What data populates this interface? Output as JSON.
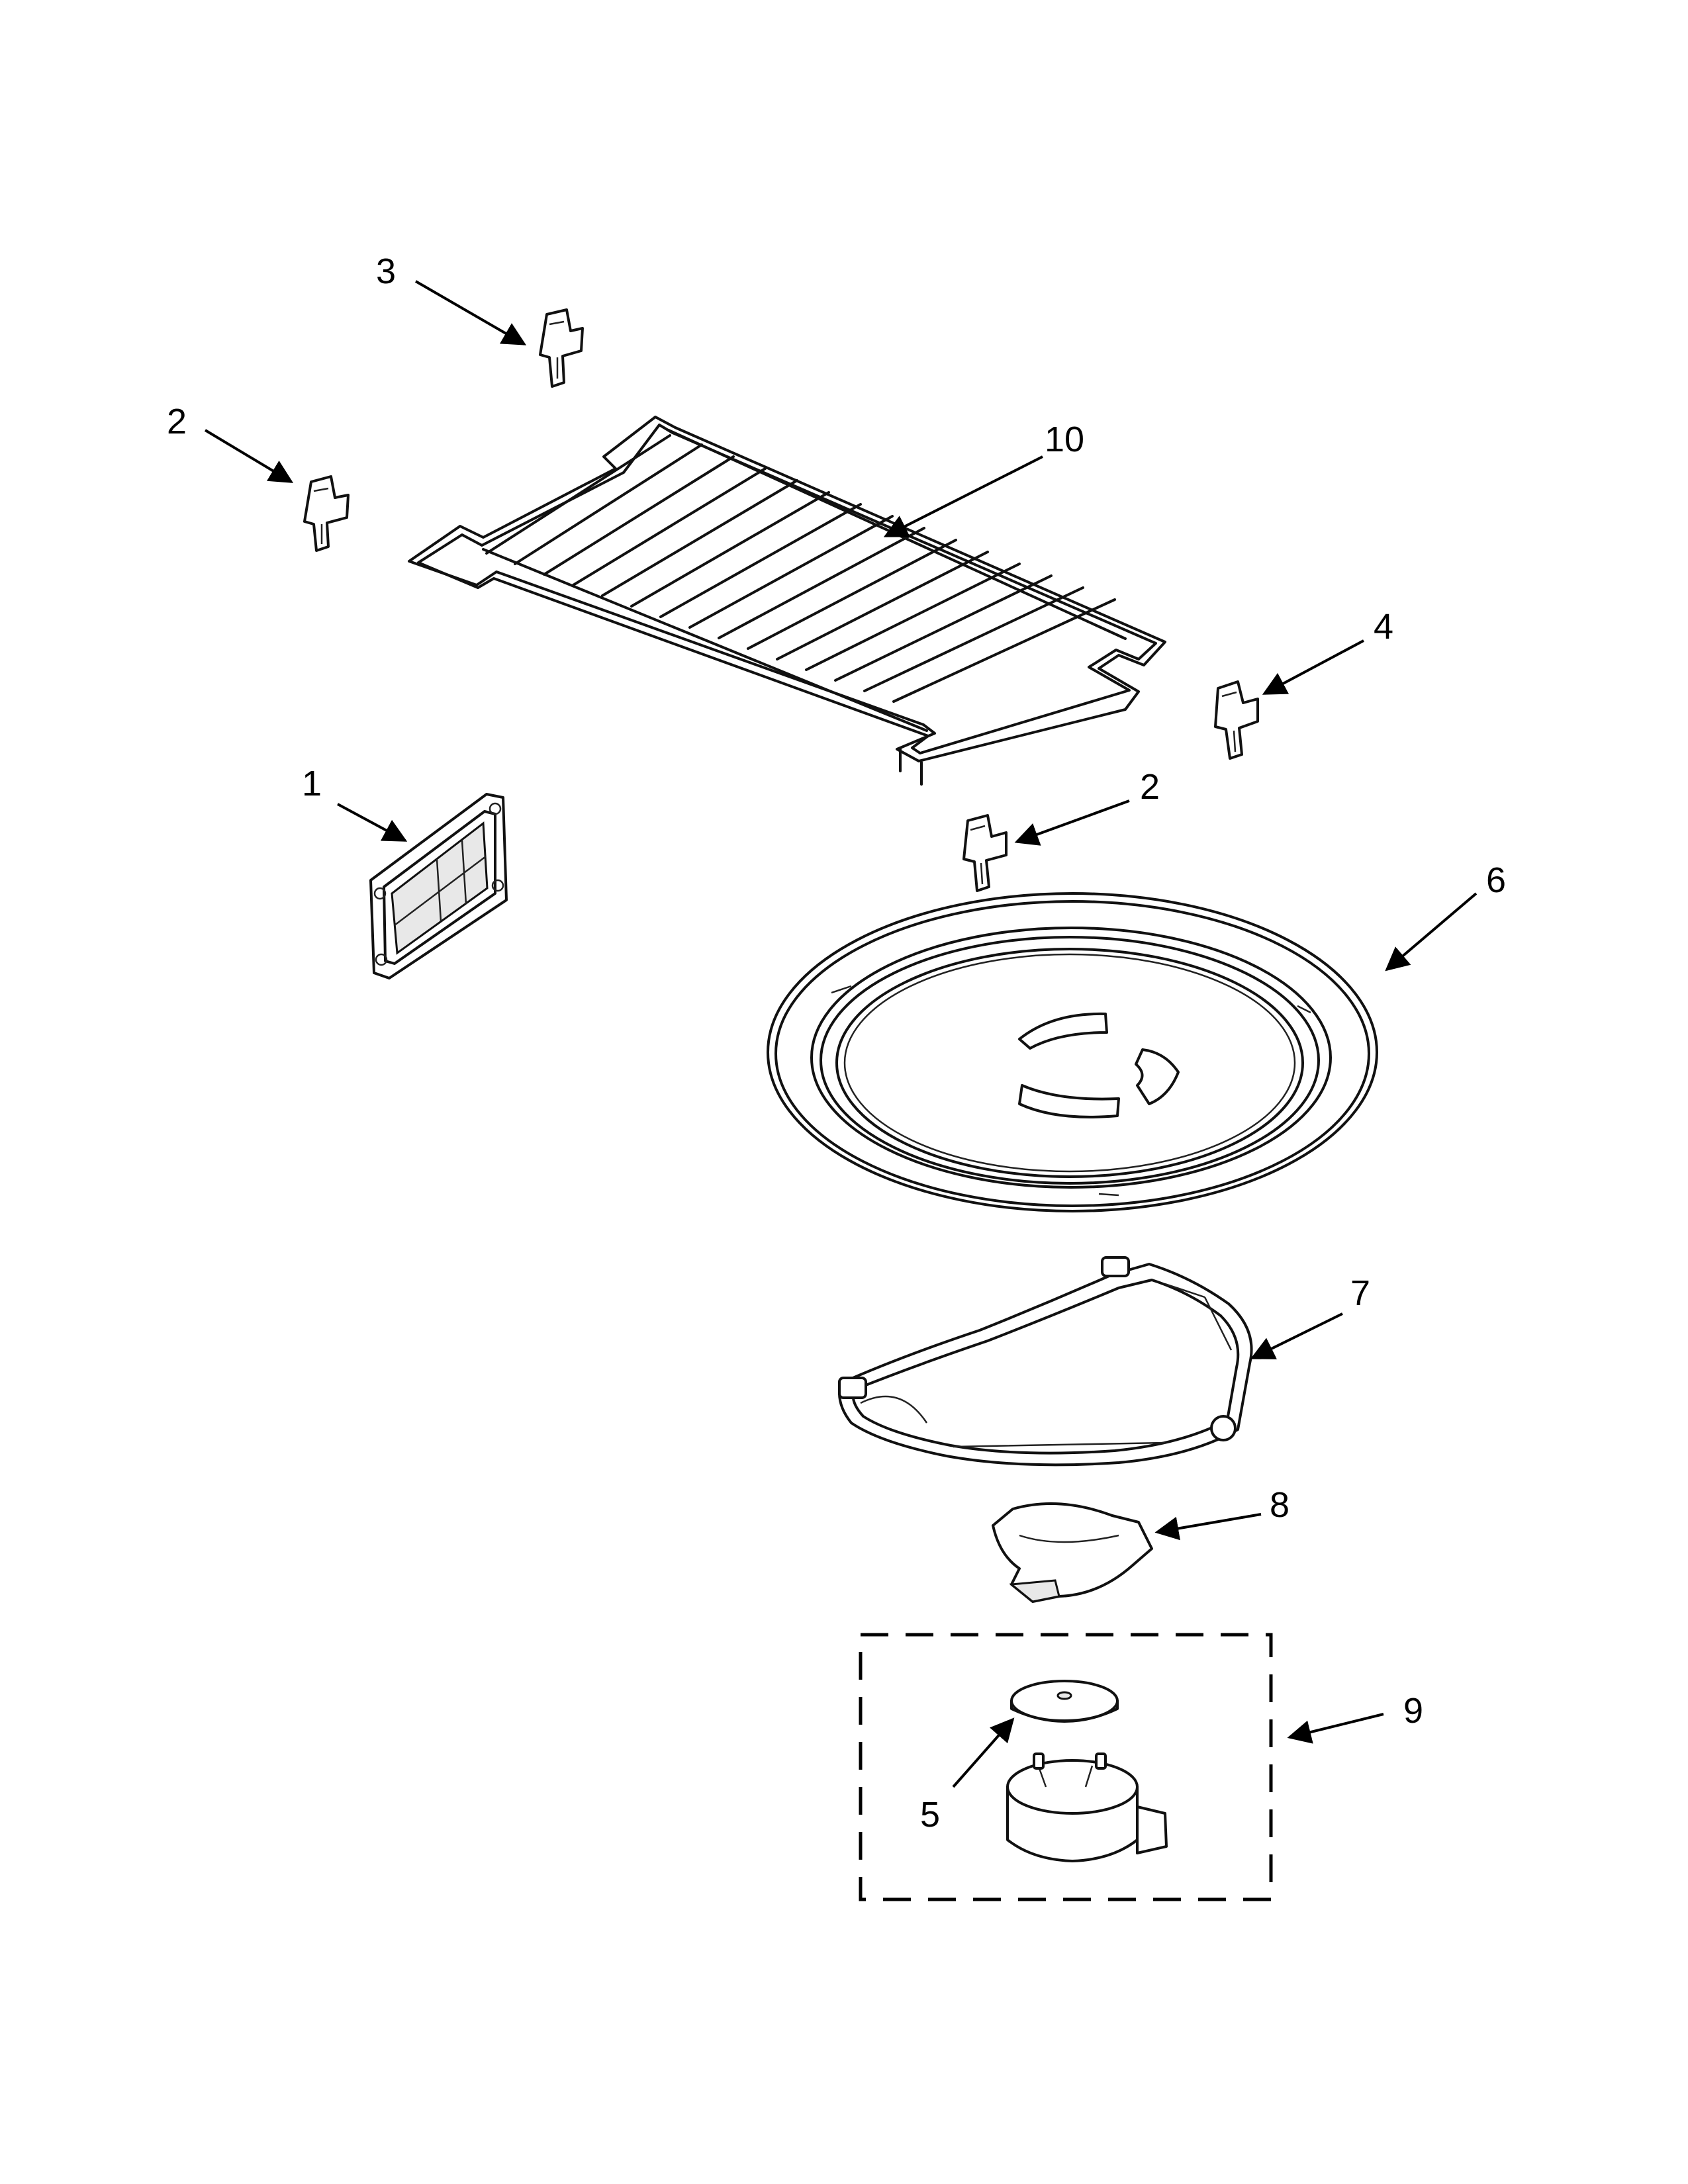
{
  "diagram": {
    "callouts": {
      "c1": "1",
      "c2a": "2",
      "c2b": "2",
      "c3": "3",
      "c4": "4",
      "c5": "5",
      "c6": "6",
      "c7": "7",
      "c8": "8",
      "c9": "9",
      "c10": "10"
    }
  }
}
